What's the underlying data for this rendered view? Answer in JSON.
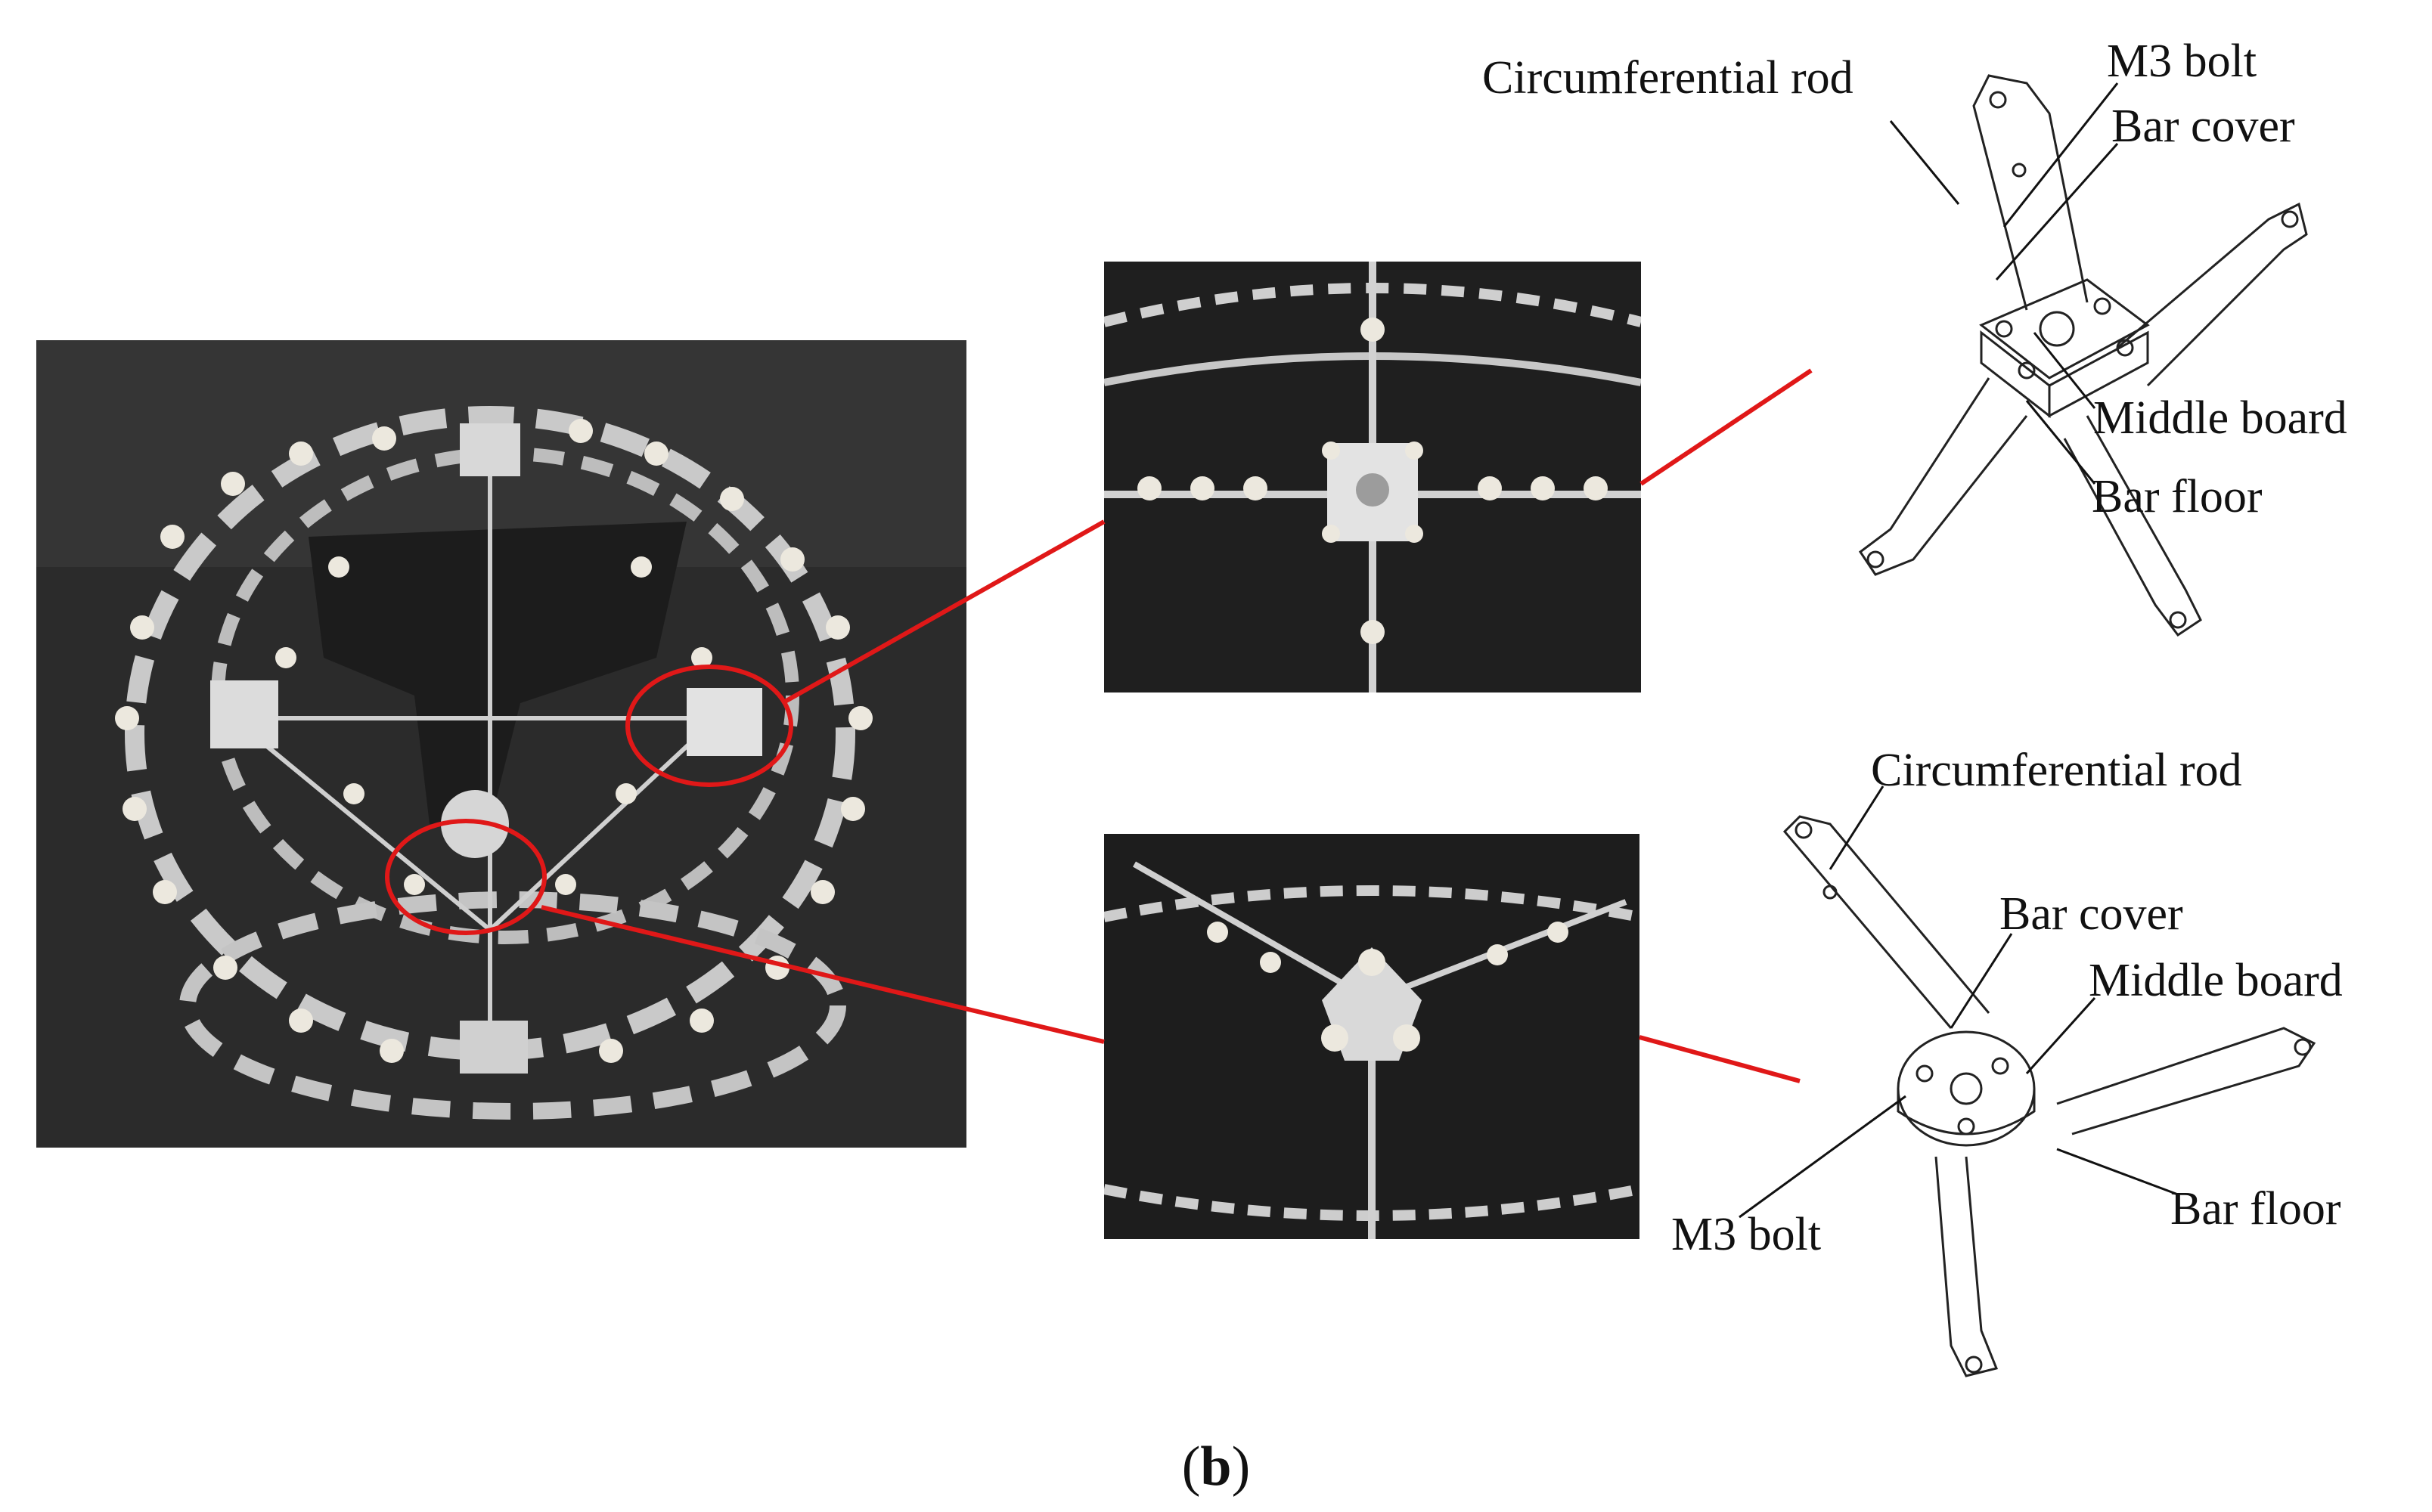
{
  "figure": {
    "caption_open": "(",
    "caption_letter": "b",
    "caption_close": ")"
  },
  "photos": {
    "main": "Photo of assembled spherical mechanism",
    "detail_top": "Close-up of square bar joint",
    "detail_bottom": "Close-up of triangular bar joint"
  },
  "labels_top": {
    "circumferential_rod": "Circumferential rod",
    "m3_bolt": "M3 bolt",
    "bar_cover": "Bar cover",
    "middle_board": "Middle board",
    "bar_floor": "Bar floor"
  },
  "labels_bottom": {
    "circumferential_rod": "Circumferential rod",
    "bar_cover": "Bar cover",
    "middle_board": "Middle board",
    "bar_floor": "Bar floor",
    "m3_bolt": "M3 bolt"
  },
  "colors": {
    "highlight": "#e01818",
    "photo_background": "#2a2a2a",
    "part_white": "#e8e4da",
    "metal": "#b8b8b8"
  }
}
